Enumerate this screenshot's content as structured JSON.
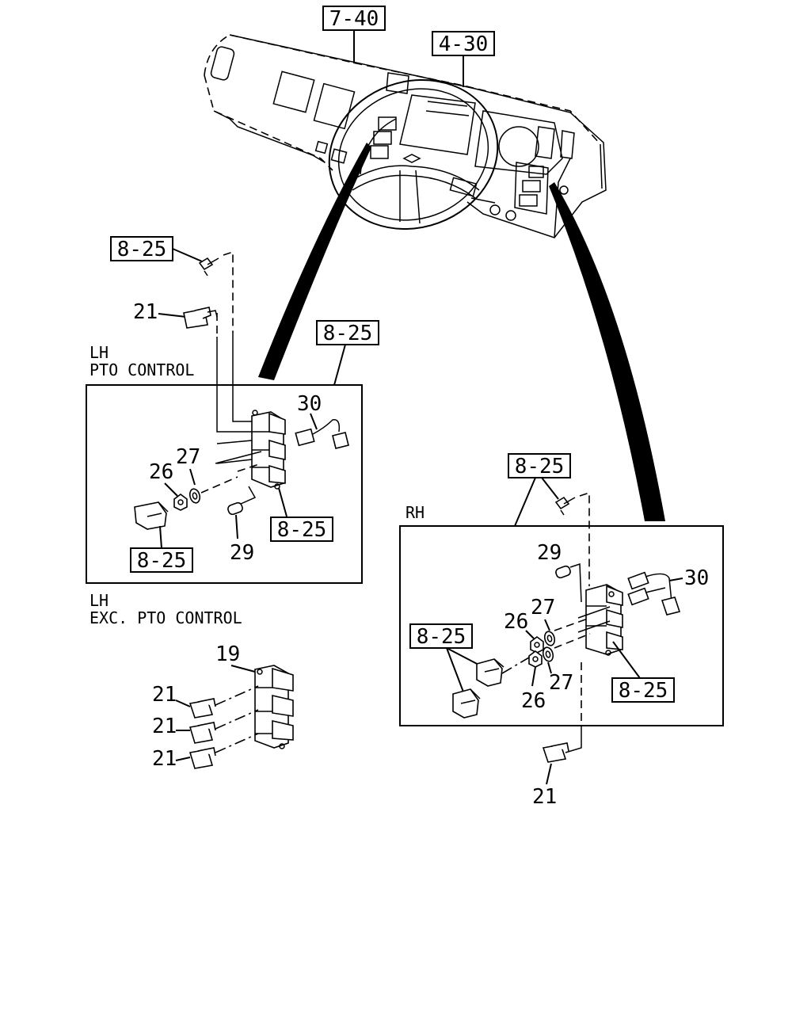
{
  "references": {
    "top_left": "7-40",
    "top_right": "4-30",
    "lh_screw": "8-25",
    "lh_group": "8-25",
    "lh_switch": "8-25",
    "lh_cover": "8-25",
    "rh_screw": "8-25",
    "rh_cover": "8-25",
    "rh_switch": "8-25"
  },
  "sections": {
    "lh_pto_line1": "LH",
    "lh_pto_line2": "PTO CONTROL",
    "lh_exc_line1": "LH",
    "lh_exc_line2": "EXC. PTO CONTROL",
    "rh": "RH"
  },
  "callouts": {
    "lh_top_21": "21",
    "lh_30": "30",
    "lh_27": "27",
    "lh_26": "26",
    "lh_29": "29",
    "exc_19": "19",
    "exc_21a": "21",
    "exc_21b": "21",
    "exc_21c": "21",
    "rh_29": "29",
    "rh_30": "30",
    "rh_27a": "27",
    "rh_26a": "26",
    "rh_27b": "27",
    "rh_26b": "26",
    "rh_21": "21"
  }
}
